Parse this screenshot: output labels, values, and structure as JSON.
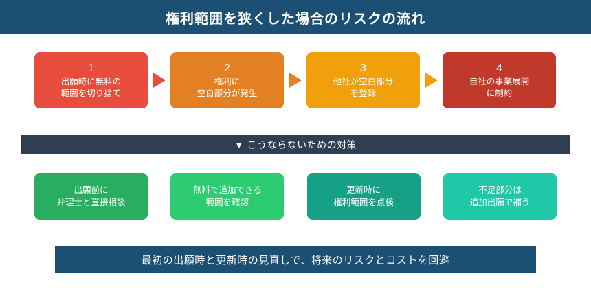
{
  "header": {
    "title": "権利範囲を狭くした場合のリスクの流れ",
    "background": "#1b5074",
    "text_color": "#ffffff"
  },
  "flow": {
    "steps": [
      {
        "number": "1",
        "text": "出願時に無料の\n範囲を切り捨て",
        "color": "#e74c3c"
      },
      {
        "number": "2",
        "text": "権利に\n空白部分が発生",
        "color": "#e38024"
      },
      {
        "number": "3",
        "text": "他社が空白部分\nを登録",
        "color": "#efa00b"
      },
      {
        "number": "4",
        "text": "自社の事業展開\nに制約",
        "color": "#c0392b"
      }
    ],
    "arrows": [
      {
        "icon": "arrow-right-triangle",
        "color": "#e74c3c"
      },
      {
        "icon": "arrow-right-triangle",
        "color": "#e38024"
      },
      {
        "icon": "arrow-right-triangle",
        "color": "#efa00b"
      }
    ]
  },
  "measures_banner": {
    "marker": "▼",
    "label": "こうならないための対策",
    "background": "#2f3e50",
    "text_color": "#ffffff"
  },
  "measures": {
    "cards": [
      {
        "text": "出願前に\n弁理士と直接相談",
        "color": "#27ae60"
      },
      {
        "text": "無料で追加できる\n範囲を確認",
        "color": "#2ecc71"
      },
      {
        "text": "更新時に\n権利範囲を点検",
        "color": "#16a085"
      },
      {
        "text": "不足部分は\n追加出願で補う",
        "color": "#20c8a8"
      }
    ]
  },
  "conclusion": {
    "text": "最初の出願時と更新時の見直しで、将来のリスクとコストを回避",
    "background": "#1b5074",
    "text_color": "#ffffff"
  }
}
